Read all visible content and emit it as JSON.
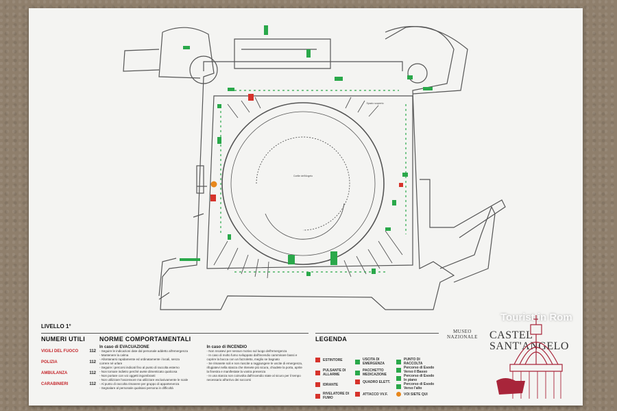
{
  "panel": {
    "level_label": "LIVELLO 1°",
    "plan_labels": {
      "center": "Cortile dell'Angelo",
      "top_right": "Spazio scoperto"
    }
  },
  "numbers": {
    "title": "NUMERI UTILI",
    "items": [
      {
        "name": "VIGILI DEL FUOCO",
        "value": "112"
      },
      {
        "name": "POLIZIA",
        "value": "112"
      },
      {
        "name": "AMBULANZA",
        "value": "112"
      },
      {
        "name": "CARABINIERI",
        "value": "112"
      }
    ]
  },
  "norms": {
    "title": "NORME COMPORTAMENTALI",
    "evac": {
      "title": "In caso di  EVACUAZIONE",
      "lines": [
        "- Seguire le indicazioni date dal personale addetto all'emergenza",
        "- Mantenere la calma",
        "- Allontanarsi rapidamente ed ordinatamente i locali, senza",
        "  correre né urlare",
        "- Seguire i percorsi indicati fino al punto di raccolta esterno",
        "- Non tornare indietro perché avete dimenticato qualcosa",
        "- Non portare con voi oggetti ingombranti",
        "- Non utilizzare l'ascensore ma utilizzare esclusivamente le scale",
        "- Al punto di raccolta rimanere per gruppo di appartenenza",
        "- Segnalare al personale qualsiasi persona in difficoltà"
      ]
    },
    "fire": {
      "title": "In caso di  INCENDIO",
      "lines": [
        "- Non recatevi per nessun motivo sul luogo dell'emergenza",
        "- In caso di molto fumo sviluppato dall'incendio camminare bassi e",
        "  coprire la bocca con un fazzoletto, meglio se bagnato",
        "- Se rimanete soli e non riuscite a raggiungere le uscite di emergenza,",
        "  rifugiatevi nella stanza che ritenete più sicura, chiudete la porta, aprite",
        "  la finestra e manifestate la vostra presenza",
        "- In una stanza non coinvolta dall'incendio state al sicuro per il tempo",
        "  necessario all'arrivo dei soccorsi"
      ]
    }
  },
  "legend": {
    "title": "LEGENDA",
    "items": [
      {
        "label": "ESTINTORE",
        "color": "#d6332b"
      },
      {
        "label": "PULSANTE DI ALLARME",
        "color": "#d6332b"
      },
      {
        "label": "IDRANTE",
        "color": "#d6332b"
      },
      {
        "label": "RIVELATORE DI FUMO",
        "color": "#d6332b"
      },
      {
        "label": "USCITA DI EMERGENZA",
        "color": "#2aa84a"
      },
      {
        "label": "PACCHETTO MEDICAZIONE",
        "color": "#2aa84a"
      },
      {
        "label": "QUADRO ELETT.",
        "color": "#d6332b"
      },
      {
        "label": "ATTACCO VV.F.",
        "color": "#d6332b"
      },
      {
        "label": "PUNTO DI RACCOLTA",
        "color": "#2aa84a"
      },
      {
        "label": "Percorso di Esodo Verso il Basso",
        "color": "#2aa84a"
      },
      {
        "label": "Percorso di Esodo In piano",
        "color": "#2aa84a"
      },
      {
        "label": "Percorso di Esodo Verso l'alto",
        "color": "#2aa84a"
      },
      {
        "label": "VOI SIETE QUI",
        "color": "#e8871c"
      }
    ]
  },
  "museum": {
    "line1": "MUSEO",
    "line2": "NAZIONALE",
    "name1": "CASTEL",
    "name2": "SANT'ANGELO",
    "accent": "#a8253a"
  },
  "watermark": "Tourist in Rom",
  "colors": {
    "wall": "#555555",
    "exit": "#2aa84a",
    "hazard": "#d6332b",
    "here": "#e8871c"
  }
}
